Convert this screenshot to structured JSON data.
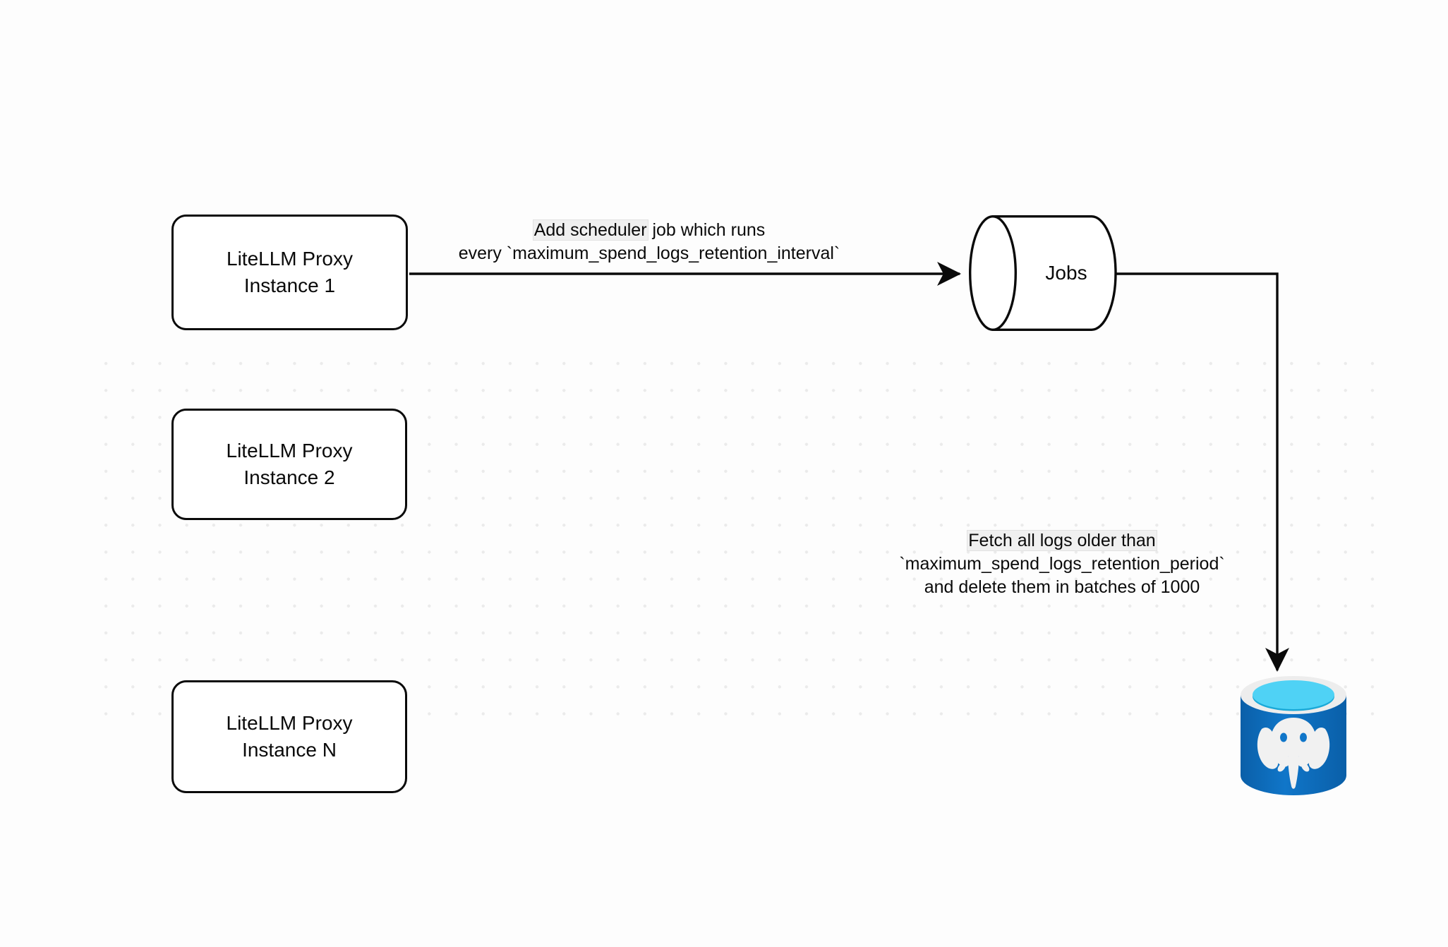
{
  "diagram": {
    "title": "LiteLLM spend logs retention scheduler flow",
    "background_color": "#fdfdfd",
    "grid_dot_color": "#ebebeb",
    "stroke_color": "#0a0a0a",
    "highlight_color": "#f0f0f0"
  },
  "nodes": {
    "proxy_1": {
      "line1": "LiteLLM Proxy",
      "line2": "Instance 1"
    },
    "proxy_2": {
      "line1": "LiteLLM Proxy",
      "line2": "Instance 2"
    },
    "proxy_3": {
      "line1": "LiteLLM Proxy",
      "line2": "Instance N"
    },
    "jobs": {
      "label": "Jobs",
      "shape": "cylinder"
    },
    "postgres": {
      "icon": "postgresql-elephant-database-icon",
      "colors": {
        "body": "#0d6fbf",
        "body_dark": "#0a5fa8",
        "rim": "#e8e8e8",
        "top": "#4fd2f5",
        "top_shadow": "#1ba9d8",
        "elephant": "#f2f2f2"
      }
    }
  },
  "edges": {
    "scheduler": {
      "line1": "Add scheduler",
      "line1_rest": " job which runs",
      "line2": "every `maximum_spend_logs_retention_interval`",
      "arrow": "arrow-right"
    },
    "fetch": {
      "line1": "Fetch all logs older than",
      "line2": "`maximum_spend_logs_retention_period`",
      "line3": "and delete them in batches of 1000",
      "arrow": "arrow-down"
    }
  }
}
